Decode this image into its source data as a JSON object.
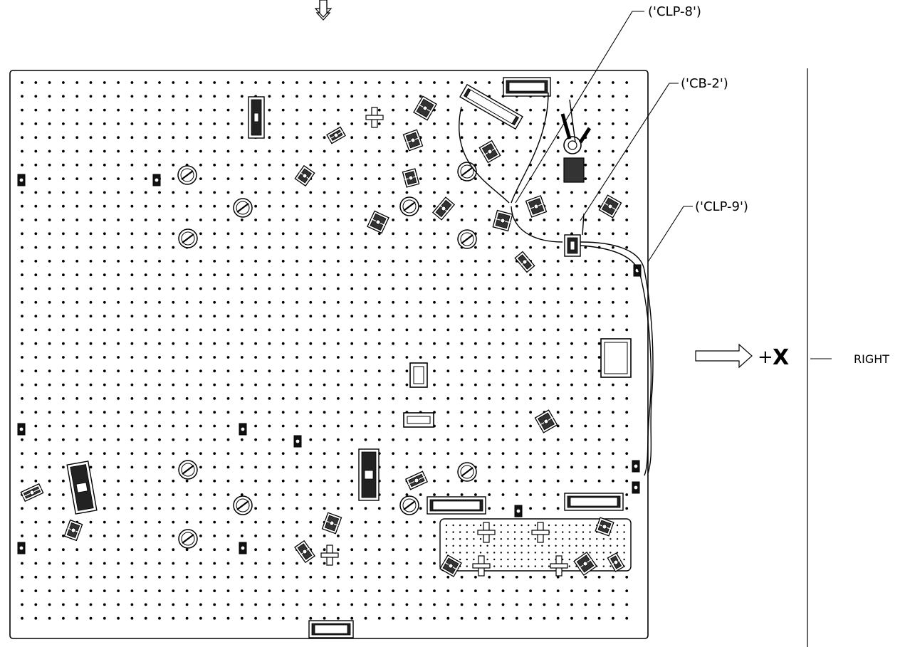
{
  "callouts": {
    "clp8": "('CLP-8')",
    "cb2": "('CB-2')",
    "clp9": "('CLP-9')"
  },
  "axis": {
    "plus": "+",
    "x": "X",
    "side_label": "RIGHT"
  },
  "colors": {
    "line": "#000000",
    "background": "#ffffff",
    "component_fill": "#222222"
  }
}
